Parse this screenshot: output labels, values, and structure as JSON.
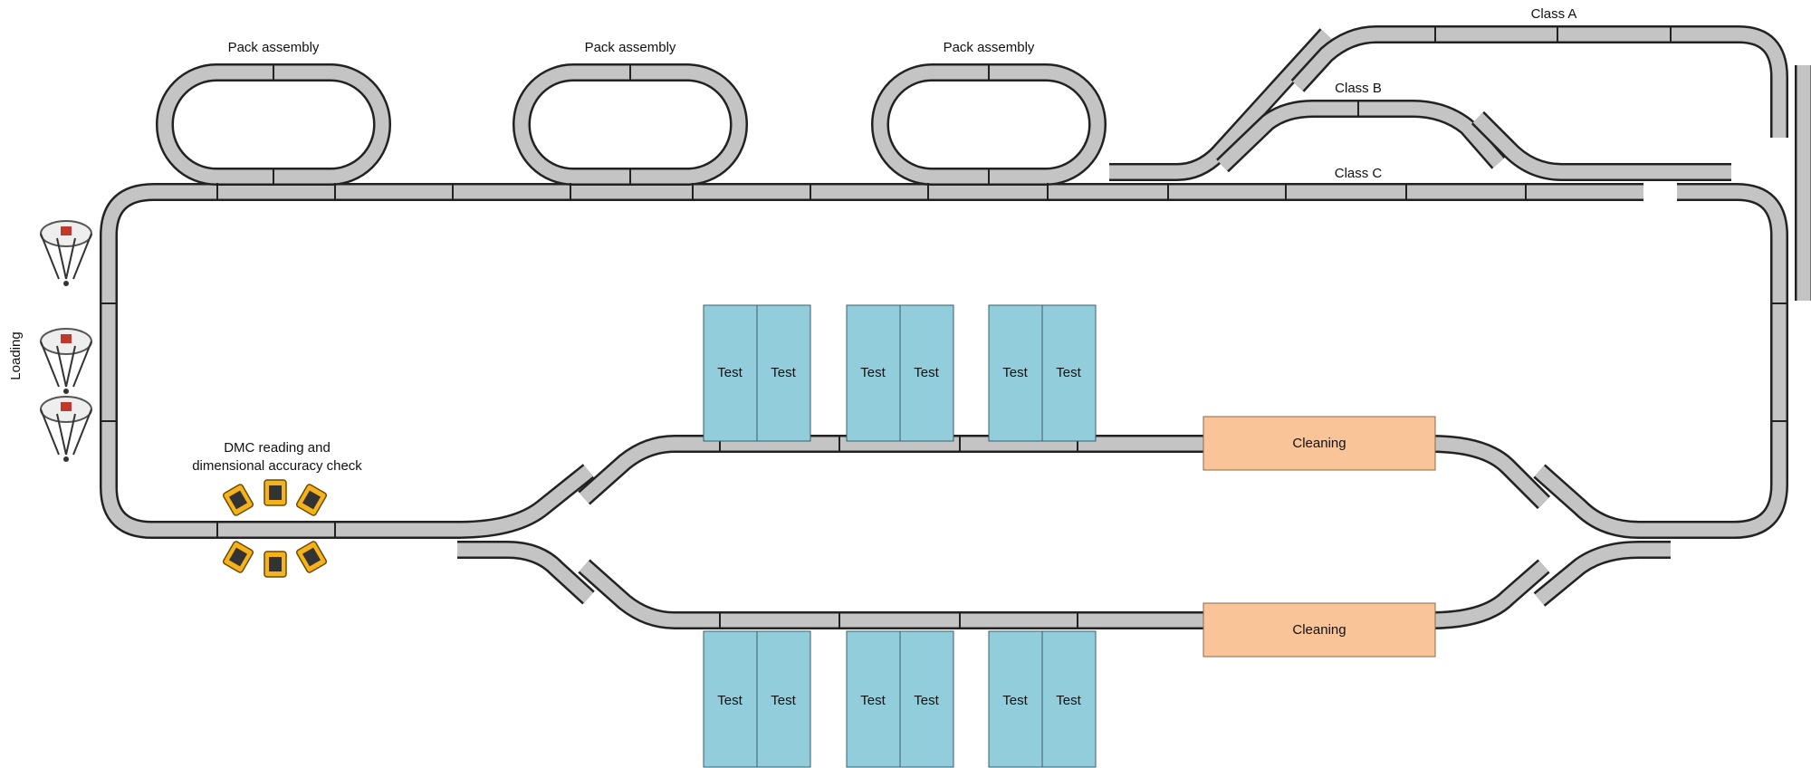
{
  "labels": {
    "pack_assembly_1": "Pack assembly",
    "pack_assembly_2": "Pack assembly",
    "pack_assembly_3": "Pack assembly",
    "class_a": "Class A",
    "class_b": "Class B",
    "class_c": "Class C",
    "loading": "Loading",
    "dmc_line1": "DMC reading and",
    "dmc_line2": "dimensional accuracy check"
  },
  "test_stations_top": [
    "Test",
    "Test",
    "Test",
    "Test",
    "Test",
    "Test"
  ],
  "test_stations_bottom": [
    "Test",
    "Test",
    "Test",
    "Test",
    "Test",
    "Test"
  ],
  "cleaning": {
    "top": "Cleaning",
    "bottom": "Cleaning"
  },
  "colors": {
    "track_fill": "#c4c4c4",
    "track_stroke": "#222222",
    "test_fill": "#92cddc",
    "cleaning_fill": "#f8c498",
    "dmc_device": "#f5b21b"
  }
}
